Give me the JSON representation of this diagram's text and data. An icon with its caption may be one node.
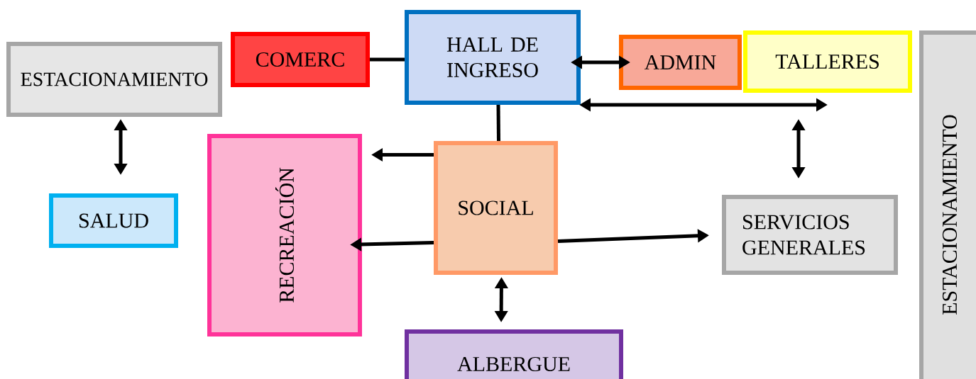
{
  "diagram": {
    "nodes": [
      {
        "text": [
          "ESTACIONAMIENTO"
        ]
      },
      {
        "text": [
          "COMERC"
        ]
      },
      {
        "text": [
          "HALL DE INGRESO"
        ]
      },
      {
        "text": [
          "ADMIN"
        ]
      },
      {
        "text": [
          "TALLERES"
        ]
      },
      {
        "text": [
          "ESTACIONAMIENTO"
        ]
      },
      {
        "text": [
          "RECREACIÓN"
        ]
      },
      {
        "text": [
          "SALUD"
        ]
      },
      {
        "text": [
          "SOCIAL"
        ]
      },
      {
        "text": [
          "SERVICIOS GENERALES"
        ]
      },
      {
        "text": [
          "ALBERGUE"
        ]
      }
    ],
    "edges": [
      {
        "from": 1,
        "to": 2,
        "arrow": "none"
      },
      {
        "from": 2,
        "to": 3,
        "arrow": "both"
      },
      {
        "from": 2,
        "to": 4,
        "arrow": "both"
      },
      {
        "from": 4,
        "to": 9,
        "arrow": "both"
      },
      {
        "from": 0,
        "to": 7,
        "arrow": "both"
      },
      {
        "from": 2,
        "to": 8,
        "arrow": "none"
      },
      {
        "from": 8,
        "to": 6,
        "arrow": "to"
      },
      {
        "from": 8,
        "to": 6,
        "arrow": "to"
      },
      {
        "from": 8,
        "to": 9,
        "arrow": "to"
      },
      {
        "from": 8,
        "to": 10,
        "arrow": "both"
      }
    ]
  }
}
